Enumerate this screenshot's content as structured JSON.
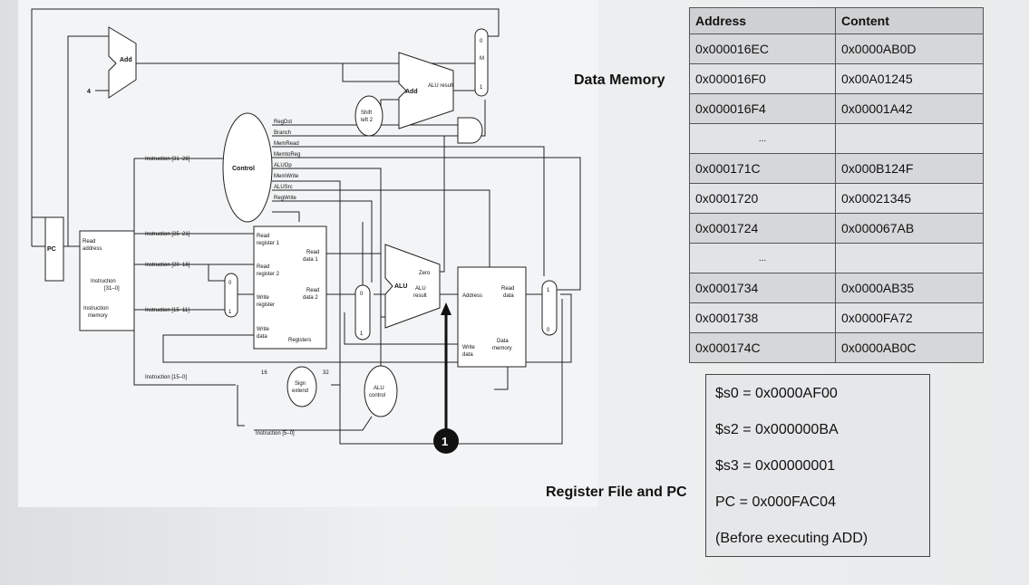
{
  "memory_caption": "Data Memory",
  "register_caption": "Register File and PC",
  "memory_table": {
    "headers": [
      "Address",
      "Content"
    ],
    "rows": [
      [
        "0x000016EC",
        "0x0000AB0D"
      ],
      [
        "0x000016F0",
        "0x00A01245"
      ],
      [
        "0x000016F4",
        "0x00001A42"
      ],
      [
        "...",
        ""
      ],
      [
        "0x000171C",
        "0x000B124F"
      ],
      [
        "0x0001720",
        "0x00021345"
      ],
      [
        "0x0001724",
        "0x000067AB"
      ],
      [
        "...",
        ""
      ],
      [
        "0x0001734",
        "0x0000AB35"
      ],
      [
        "0x0001738",
        "0x0000FA72"
      ],
      [
        "0x000174C",
        "0x0000AB0C"
      ]
    ]
  },
  "registers": [
    "$s0 = 0x0000AF00",
    "$s2 = 0x000000BA",
    "$s3 = 0x00000001",
    "PC = 0x000FAC04",
    "(Before executing ADD)"
  ],
  "datapath": {
    "pc": "PC",
    "add_top": "Add",
    "four": "4",
    "add_branch": "Add",
    "alu_result_branch": "ALU result",
    "shift_left": "Shift left 2",
    "mux": "M u x",
    "mux0": "0",
    "mux1": "1",
    "control": "Control",
    "control_signals": [
      "RegDst",
      "Branch",
      "MemRead",
      "MemtoReg",
      "ALUOp",
      "MemWrite",
      "ALUSrc",
      "RegWrite"
    ],
    "instr_31_26": "Instruction [31–26]",
    "instr_25_21": "Instruction [25–21]",
    "instr_20_16": "Instruction [20–16]",
    "instr_15_11": "Instruction [15–11]",
    "instr_15_0": "Instruction [15–0]",
    "instr_5_0": "Instruction [5–0]",
    "imem_read_address": "Read address",
    "imem_instruction": "Instruction [31–0]",
    "imem_title": "Instruction memory",
    "read_reg1": "Read register 1",
    "read_reg2": "Read register 2",
    "write_reg": "Write register",
    "write_data": "Write data",
    "read_data1": "Read data 1",
    "read_data2": "Read data 2",
    "registers": "Registers",
    "sign_extend": "Sign extend",
    "bits16": "16",
    "bits32": "32",
    "alu": "ALU",
    "alu_result": "ALU result",
    "zero": "Zero",
    "alu_control": "ALU control",
    "dmem_address": "Address",
    "dmem_read_data": "Read data",
    "dmem_write_data": "Write data",
    "dmem_title": "Data memory",
    "marker": "1"
  }
}
